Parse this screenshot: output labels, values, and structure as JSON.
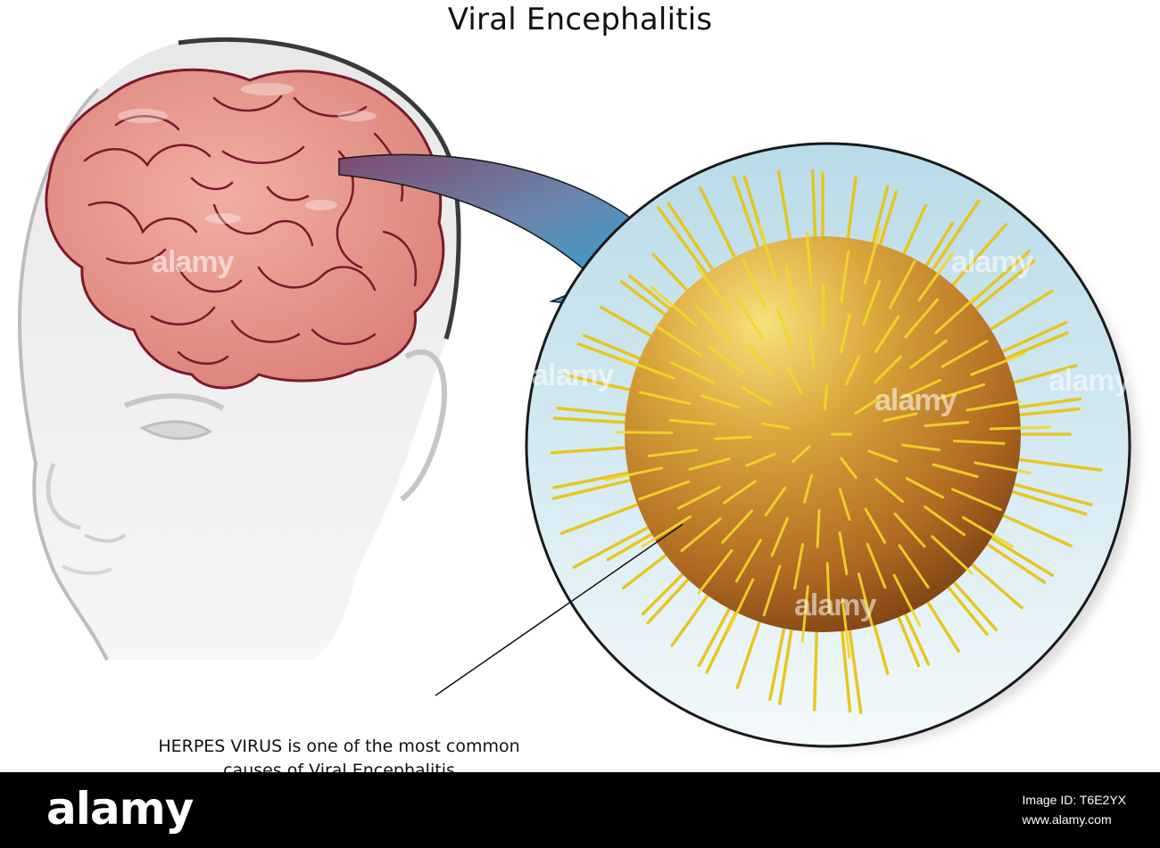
{
  "title": "Viral Encephalitis",
  "caption": {
    "line1": "HERPES VIRUS is one of the most common",
    "line2": "causes of Viral Encephalitis"
  },
  "watermarks": [
    "alamy",
    "alamy",
    "alamy",
    "alamy",
    "alamy",
    "alamy"
  ],
  "footer": {
    "logo": "alamy",
    "image_id_line": "Image ID: T6E2YX",
    "url": "www.alamy.com"
  },
  "colors": {
    "brain": "#e8958a",
    "brain_outline": "#7a1a2a",
    "virus": "#d89a2a",
    "spikes": "#f2d020",
    "circle_bg": "#bcdde8",
    "arrow_start": "#8a5a7a",
    "arrow_end": "#1aa8de"
  }
}
